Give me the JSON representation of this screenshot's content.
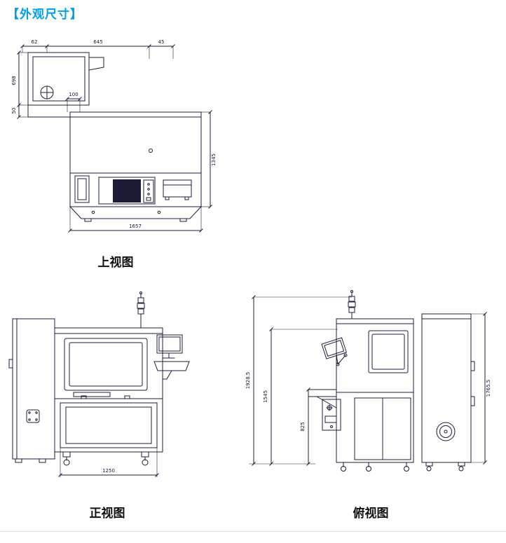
{
  "page": {
    "title": "【外观尺寸】",
    "accent_color": "#00a0e9",
    "line_color": "#1c1c38"
  },
  "views": {
    "top": {
      "label": "上视图",
      "dims": {
        "d62": "62",
        "d645": "645",
        "d45": "45",
        "d698": "698",
        "d50": "50",
        "d100": "100",
        "d1345": "1345",
        "d1657": "1657"
      }
    },
    "front": {
      "label": "正视图",
      "dims": {
        "d1250": "1250"
      }
    },
    "side": {
      "label": "俯视图",
      "dims": {
        "d1928": "1928.5",
        "d1545": "1545",
        "d825": "825",
        "d1765": "1765.5"
      }
    }
  }
}
